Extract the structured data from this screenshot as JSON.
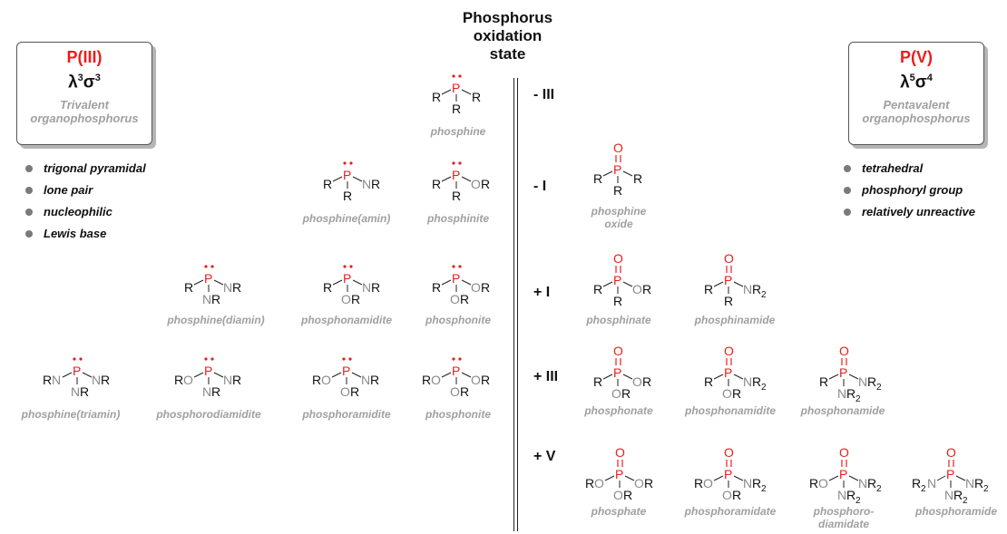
{
  "header": {
    "line1": "Phosphorus",
    "line2": "oxidation",
    "line3": "state"
  },
  "left_box": {
    "title": "P(III)",
    "symbol_base": "λ",
    "symbol_sup1": "3",
    "symbol_mid": "σ",
    "symbol_sup2": "3",
    "sub1": "Trivalent",
    "sub2": "organophosphorus"
  },
  "right_box": {
    "title": "P(V)",
    "symbol_base": "λ",
    "symbol_sup1": "5",
    "symbol_mid": "σ",
    "symbol_sup2": "4",
    "sub1": "Pentavalent",
    "sub2": "organophosphorus"
  },
  "left_bullets": [
    "trigonal pyramidal",
    "lone pair",
    "nucleophilic",
    "Lewis base"
  ],
  "right_bullets": [
    "tetrahedral",
    "phosphoryl group",
    "relatively unreactive"
  ],
  "oxidation_states": [
    "- III",
    "- I",
    "+ I",
    "+ III",
    "+ V"
  ],
  "atoms": {
    "P": "P",
    "O": "O",
    "N": "N",
    "R": "R",
    "NR2": "NR",
    "R2N": "R",
    "sub2": "2"
  },
  "p3": {
    "phosphine": "phosphine",
    "phosphine_amin": "phosphine(amin)",
    "phosphinite": "phosphinite",
    "phosphine_diamin": "phosphine(diamin)",
    "phosphonamidite": "phosphonamidite",
    "phosphonite_1": "phosphonite",
    "phosphine_triamin": "phosphine(triamin)",
    "phosphorodiamidite": "phosphorodiamidite",
    "phosphoramidite": "phosphoramidite",
    "phosphonite_2": "phosphonite"
  },
  "p5": {
    "phosphine_oxide_1": "phosphine",
    "phosphine_oxide_2": "oxide",
    "phosphinate": "phosphinate",
    "phosphinamide": "phosphinamide",
    "phosphonate": "phosphonate",
    "phosphonamidite": "phosphonamidite",
    "phosphonamide": "phosphonamide",
    "phosphate": "phosphate",
    "phosphoramidate": "phosphoramidate",
    "phosphorodiamidate_1": "phosphoro-",
    "phosphorodiamidate_2": "diamidate",
    "phosphoramide": "phosphoramide"
  }
}
